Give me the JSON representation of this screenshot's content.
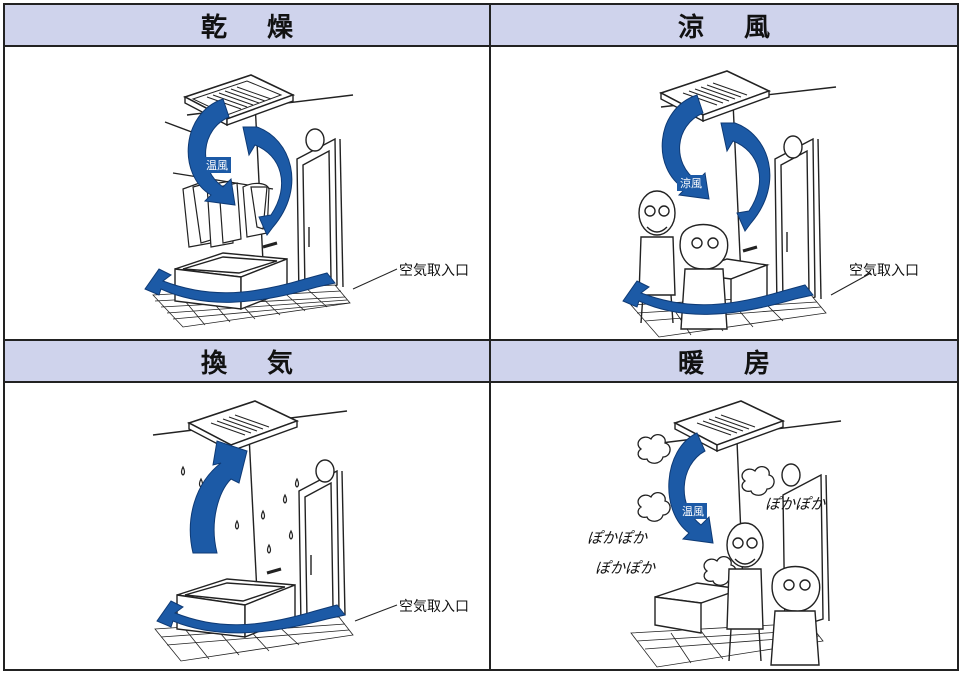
{
  "panels": {
    "drying": {
      "title": "乾燥",
      "arrow_label": "温風",
      "intake_label": "空気取入口"
    },
    "cool": {
      "title": "涼風",
      "arrow_label": "涼風",
      "intake_label": "空気取入口"
    },
    "vent": {
      "title": "換気",
      "intake_label": "空気取入口"
    },
    "heat": {
      "title": "暖房",
      "arrow_label": "温風",
      "sfx_1": "ぽかぽか",
      "sfx_2": "ぽかぽか",
      "sfx_3": "ぽかぽか"
    }
  },
  "colors": {
    "header_bg": "#cfd3ec",
    "arrow_blue": "#1c5aa6"
  },
  "icons": [
    "ceiling-fan-unit-icon",
    "bathtub-icon",
    "door-icon",
    "ventilation-grille-icon"
  ]
}
